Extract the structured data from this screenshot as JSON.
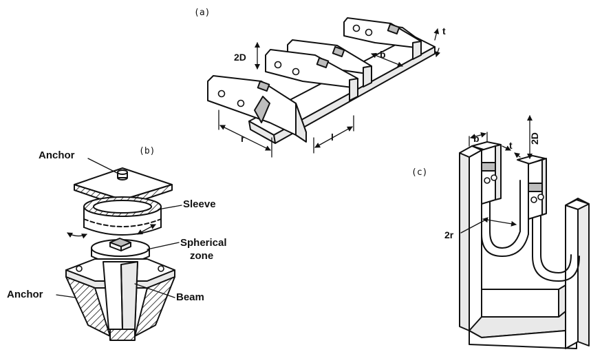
{
  "panels": {
    "a": {
      "tag": "(a)",
      "labels": {
        "two_d": "2D",
        "t": "t",
        "b": "b",
        "r": "r",
        "l": "l"
      }
    },
    "b": {
      "tag": "(b)",
      "labels": {
        "anchor_top": "Anchor",
        "sleeve": "Sleeve",
        "spherical_line1": "Spherical",
        "spherical_line2": "zone",
        "anchor_bottom": "Anchor",
        "beam": "Beam"
      }
    },
    "c": {
      "tag": "(c)",
      "labels": {
        "b": "b",
        "t": "t",
        "two_d": "2D",
        "two_r": "2r"
      }
    }
  },
  "icons": [
    "dimension-arrow-icon",
    "rotation-arrow-icon",
    "bolt-hole-icon"
  ]
}
